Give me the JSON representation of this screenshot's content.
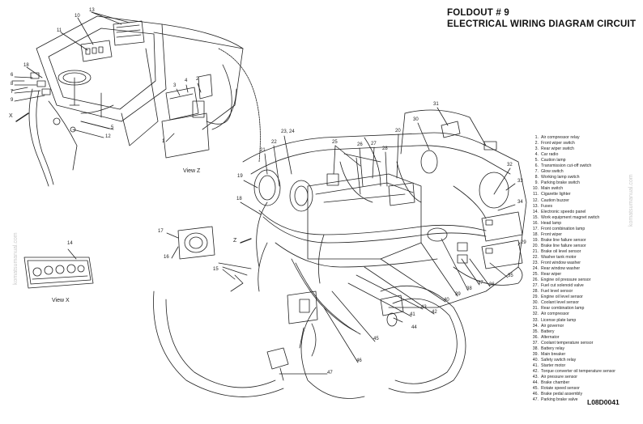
{
  "header": {
    "title_line1": "FOLDOUT # 9",
    "title_line2": "ELECTRICAL WIRING DIAGRAM CIRCUIT"
  },
  "drawing_code": "L08D0041",
  "views": {
    "view_z": "View Z",
    "view_x": "View X",
    "arrow_x": "X",
    "arrow_z": "Z"
  },
  "watermark": "komatsumanual.com",
  "legend": [
    {
      "num": "1.",
      "label": "Air compressor relay"
    },
    {
      "num": "2.",
      "label": "Front wiper switch"
    },
    {
      "num": "3.",
      "label": "Rear wiper switch"
    },
    {
      "num": "4.",
      "label": "Car radio"
    },
    {
      "num": "5.",
      "label": "Caution lamp"
    },
    {
      "num": "6.",
      "label": "Transmission cut-off switch"
    },
    {
      "num": "7.",
      "label": "Glow switch"
    },
    {
      "num": "8.",
      "label": "Working lamp switch"
    },
    {
      "num": "9.",
      "label": "Parking brake switch"
    },
    {
      "num": "10.",
      "label": "Main switch"
    },
    {
      "num": "11.",
      "label": "Cigarette lighter"
    },
    {
      "num": "12.",
      "label": "Caution buzzer"
    },
    {
      "num": "13.",
      "label": "Fuses"
    },
    {
      "num": "14.",
      "label": "Electronic speedo panel"
    },
    {
      "num": "15.",
      "label": "Work equipment magnet switch"
    },
    {
      "num": "16.",
      "label": "Head lamp"
    },
    {
      "num": "17.",
      "label": "Front combination lamp"
    },
    {
      "num": "18.",
      "label": "Front wiper"
    },
    {
      "num": "19.",
      "label": "Brake line failure sensor"
    },
    {
      "num": "20.",
      "label": "Brake line failure sensor"
    },
    {
      "num": "21.",
      "label": "Brake oil level sensor"
    },
    {
      "num": "22.",
      "label": "Washer tank motor"
    },
    {
      "num": "23.",
      "label": "Front window washer"
    },
    {
      "num": "24.",
      "label": "Rear window washer"
    },
    {
      "num": "25.",
      "label": "Rear wiper"
    },
    {
      "num": "26.",
      "label": "Engine oil pressure sensor"
    },
    {
      "num": "27.",
      "label": "Fuel cut solenoid valve"
    },
    {
      "num": "28.",
      "label": "Fuel level sensor"
    },
    {
      "num": "29.",
      "label": "Engine oil level sensor"
    },
    {
      "num": "30.",
      "label": "Coolant level sensor"
    },
    {
      "num": "31.",
      "label": "Rear combination lamp"
    },
    {
      "num": "32.",
      "label": "Air compressor"
    },
    {
      "num": "33.",
      "label": "License plate lamp"
    },
    {
      "num": "34.",
      "label": "Air governor"
    },
    {
      "num": "35.",
      "label": "Battery"
    },
    {
      "num": "36.",
      "label": "Alternator"
    },
    {
      "num": "37.",
      "label": "Coolant temperature sensor"
    },
    {
      "num": "38.",
      "label": "Battery relay"
    },
    {
      "num": "39.",
      "label": "Main breaker"
    },
    {
      "num": "40.",
      "label": "Safety switch relay"
    },
    {
      "num": "41.",
      "label": "Starter motor"
    },
    {
      "num": "42.",
      "label": "Torque converter oil temperature sensor"
    },
    {
      "num": "43.",
      "label": "Air pressure sensor"
    },
    {
      "num": "44.",
      "label": "Brake chamber"
    },
    {
      "num": "45.",
      "label": "Rotate speed sensor"
    },
    {
      "num": "46.",
      "label": "Brake pedal assembly"
    },
    {
      "num": "47.",
      "label": "Parking brake valve"
    }
  ],
  "callouts": {
    "c1": "1",
    "c2": "2",
    "c3": "3",
    "c4": "4",
    "c5": "5",
    "c6": "6",
    "c7": "7",
    "c8": "8",
    "c9": "9",
    "c10": "10",
    "c11": "11",
    "c12": "12",
    "c13": "13",
    "c14": "14",
    "c15": "15",
    "c16": "16",
    "c17": "17",
    "c18": "18",
    "c19": "19",
    "c20": "20",
    "c21": "21",
    "c22": "22",
    "c2324": "23, 24",
    "c25": "25",
    "c26": "26",
    "c27": "27",
    "c28": "28",
    "c29": "29",
    "c30": "30",
    "c31": "31",
    "c32": "32",
    "c33": "33",
    "c34": "34",
    "c35": "35",
    "c36": "36",
    "c37": "37",
    "c38": "38",
    "c39": "39",
    "c40": "40",
    "c41": "41",
    "c42": "42",
    "c43": "43",
    "c44": "44",
    "c45": "45",
    "c46": "46",
    "c47": "47"
  }
}
